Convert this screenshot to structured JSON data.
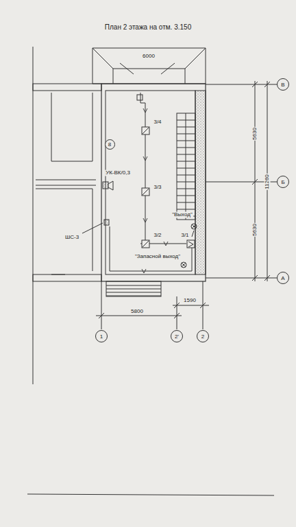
{
  "diagram": {
    "title": "План 2 этажа на отм. 3.150",
    "nodes": [
      {
        "text": [
          "В"
        ]
      },
      {
        "text": [
          "8"
        ]
      },
      {
        "text": [
          "Б"
        ]
      },
      {
        "text": [
          "А"
        ]
      },
      {
        "text": [
          "1"
        ]
      },
      {
        "text": [
          "2'"
        ]
      },
      {
        "text": [
          "2"
        ]
      }
    ],
    "labels": [
      "6000",
      "5630",
      "11260",
      "5630",
      "3/4",
      "УК-ВК/0,3",
      "3/3",
      "\"Выход\"",
      "3/2",
      "3/1",
      "ШС-3",
      "\"Запасной выход\"",
      "5800",
      "1590"
    ]
  }
}
